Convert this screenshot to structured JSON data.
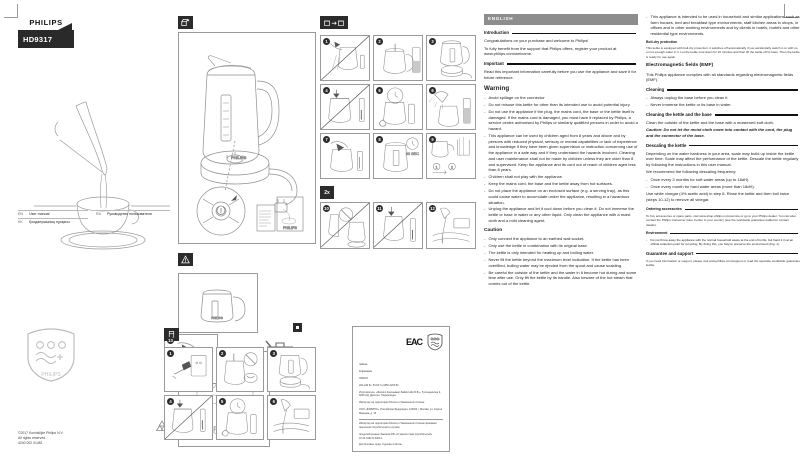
{
  "cover": {
    "brand": "PHILIPS",
    "model": "HD9317",
    "languages": [
      {
        "code": "EN",
        "name": "User manual"
      },
      {
        "code": "KK",
        "name": "Қолданушының нұсқасы"
      },
      {
        "code": "RU",
        "name": "Руководство пользователя"
      }
    ],
    "footer_lines": [
      "©2017 Koninklijke Philips N.V.",
      "All rights reserved.",
      "4240 002 01481"
    ]
  },
  "panels": {
    "product_tab_icon": "box-contents-icon",
    "warning_tab_icon": "warning-triangle-icon",
    "shield_tab_icon": "safety-shield-icon",
    "steps_tab_icon": "kettle-fill-icon",
    "descale_tab_icon": "descale-icon",
    "repeat_label": "2x",
    "wee_icon": "crossed-out-wheelie-bin-icon",
    "recycle_icon": "recycling-icon"
  },
  "steps": {
    "main": [
      {
        "n": "1",
        "cross": true
      },
      {
        "n": "2",
        "cross": false
      },
      {
        "n": "3",
        "cross": false
      },
      {
        "n": "4",
        "cross": true
      },
      {
        "n": "5",
        "cross": false
      },
      {
        "n": "6",
        "cross": false
      },
      {
        "n": "7",
        "cross": false
      },
      {
        "n": "8",
        "cross": false
      },
      {
        "n": "9",
        "cross": false
      }
    ],
    "repeat": [
      {
        "n": "10",
        "cross": true
      },
      {
        "n": "11",
        "cross": true
      },
      {
        "n": "12",
        "cross": false
      }
    ],
    "last": [
      {
        "n": "13",
        "cross": false
      }
    ],
    "descale": [
      {
        "n": "1",
        "cross": false
      },
      {
        "n": "2",
        "cross": false
      },
      {
        "n": "3",
        "cross": false
      },
      {
        "n": "4",
        "cross": true
      },
      {
        "n": "5",
        "cross": false
      },
      {
        "n": "6",
        "cross": false
      }
    ]
  },
  "declaration": {
    "eac_mark": "EAC",
    "shield_mark": "philips-shield-icon",
    "lines": [
      "Чайник",
      "Кофеварка",
      "HD9317",
      "220-240 В~ 50-60 Гц 1850-2200 Вт",
      "Изготовитель: «Филипс Консьюмер Лайфстайл Б.В.», Туссендиепен 4, 9206 АД, Драхтен, Нидерланды",
      "Импортер на территорию России и Таможенного Союза:",
      "ООО «ФИЛИПС», Российская Федерация, 123022 г. Москва, ул. Сергея Макеева, д. 13",
      "Импортер на территорию России и Таможенного Союза принимает претензии потребителей в случаях,",
      "предусмотренных Законом РФ «О защите прав потребителей» 07.02.1992 N 2300-1",
      "Для бытовых нужд. Сделано в Китае"
    ]
  },
  "manual": {
    "language_bar": "ENGLISH",
    "sections": [
      {
        "id": "introduction",
        "heading": "Introduction",
        "heading_style": "rule",
        "paragraphs": [
          "Congratulations on your purchase and welcome to Philips!",
          "To fully benefit from the support that Philips offers, register your product at www.philips.com/welcome."
        ]
      },
      {
        "id": "important",
        "heading": "Important",
        "heading_style": "rule",
        "paragraphs": [
          "Read this important information carefully before you use the appliance and save it for future reference."
        ]
      }
    ],
    "warning": {
      "heading": "Warning",
      "items": [
        "Avoid spillage on the connector",
        "Do not misuse this kettle for other than its intended use to avoid potential injury",
        "Do not use the appliance if the plug, the mains cord, the base or the kettle itself is damaged. If the mains cord is damaged, you must have it replaced by Philips, a service centre authorised by Philips or similarly qualified persons in order to avoid a hazard.",
        "This appliance can be used by children aged from 8 years and above and by persons with reduced physical, sensory or mental capabilities or lack of experience and knowledge if they have been given supervision or instruction concerning use of the appliance in a safe way and if they understand the hazards involved. Cleaning and user maintenance shall not be made by children unless they are older than 8 and supervised. Keep the appliance and its cord out of reach of children aged less than 8 years.",
        "Children shall not play with the appliance.",
        "Keep the mains cord, the base and the kettle away from hot surfaces.",
        "Do not place the appliance on an enclosed surface (e.g. a serving tray), as this could cause water to accumulate under the appliance, resulting in a hazardous situation.",
        "Unplug the appliance and let it cool down before you clean it. Do not immerse the kettle or base in water or any other liquid. Only clean the appliance with a moist cloth and a mild cleaning agent."
      ]
    },
    "caution": {
      "heading": "Caution",
      "items": [
        "Only connect the appliance to an earthed wall socket.",
        "Only use the kettle in combination with its original base.",
        "The kettle is only intended for heating up and boiling water.",
        "Never fill the kettle beyond the maximum level indication. If the kettle has been overfilled, boiling water may be ejected from the spout and cause scalding.",
        "Be careful the outside of the kettle and the water in it become hot during and some time after use. Only lift the kettle by its handle. Also beware of the hot steam that comes out of the kettle."
      ]
    },
    "right_column": {
      "intro_items": [
        "This appliance is intended to be used in household and similar applications such as farm houses, bed and breakfast type environments, staff kitchen areas in shops, in offices and in other working environments and by clients in hotels, motels and other residential type environments."
      ],
      "boil_dry": {
        "heading": "Boil-dry protection",
        "text": "This kettle is equipped with boil-dry protection: it switches off automatically if you accidentally switch it on with no or not enough water in it. Let the kettle cool down for 10 minutes and then lift the kettle off its base. Then the kettle is ready for use again."
      },
      "emf": {
        "heading": "Electromagnetic fields (EMF)",
        "text": "This Philips appliance complies with all standards regarding electromagnetic fields (EMF)."
      },
      "cleaning": {
        "heading": "Cleaning",
        "items": [
          "Always unplug the base before you clean it",
          "Never immerse the kettle or its base in water."
        ]
      },
      "cleaning_kettle": {
        "heading": "Cleaning the kettle and the base",
        "text": "Clean the outside of the kettle and the base with a moistened soft cloth.",
        "caution": "Caution: Do not let the moist cloth come into contact with the cord, the plug and the connector of the base."
      },
      "descaling": {
        "heading": "Descaling the kettle",
        "paragraphs": [
          "Depending on the water hardness in your area, scale may build up inside the kettle over time. Scale may affect the performance of the kettle. Descale the kettle regularly by following the instructions in this user manual.",
          "We recommend the following descaling frequency:"
        ],
        "items": [
          "Once every 3 months for soft water areas (up to 18dH).",
          "Once every month for hard water areas (more than 18dH)."
        ],
        "closing": "Use white vinegar (4% acetic acid) in step 6. Rinse the kettle and then boil twice (steps 10-12) to remove all vinegar."
      },
      "ordering": {
        "heading": "Ordering accessories",
        "text": "To buy accessories or spare parts, visit www.shop.philips.com/service or go to your Philips dealer. You can also contact the Philips Consumer Care Centre in your country (see the worldwide guarantee leaflet for contact details)."
      },
      "environment": {
        "heading": "Environment",
        "items": [
          "Do not throw away the appliance with the normal household waste at the end of its life, but hand it in at an official collection point for recycling. By doing this, you help to preserve the environment (Fig. 1)."
        ]
      },
      "guarantee": {
        "heading": "Guarantee and support",
        "text": "If you need information or support, please visit www.philips.com/support or read the separate worldwide guarantee leaflet."
      }
    }
  }
}
